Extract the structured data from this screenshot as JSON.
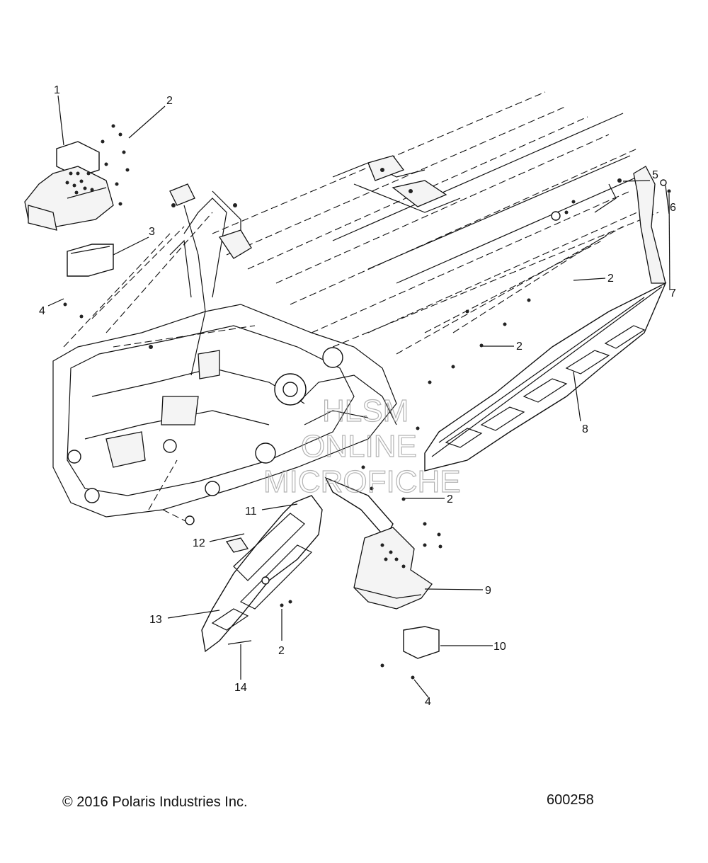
{
  "diagram": {
    "callouts": [
      {
        "id": "c1",
        "label": "1"
      },
      {
        "id": "c2a",
        "label": "2"
      },
      {
        "id": "c3",
        "label": "3"
      },
      {
        "id": "c4a",
        "label": "4"
      },
      {
        "id": "c5",
        "label": "5"
      },
      {
        "id": "c6",
        "label": "6"
      },
      {
        "id": "c7",
        "label": "7"
      },
      {
        "id": "c2b",
        "label": "2"
      },
      {
        "id": "c2c",
        "label": "2"
      },
      {
        "id": "c8",
        "label": "8"
      },
      {
        "id": "c2d",
        "label": "2"
      },
      {
        "id": "c11",
        "label": "11"
      },
      {
        "id": "c12",
        "label": "12"
      },
      {
        "id": "c9",
        "label": "9"
      },
      {
        "id": "c13",
        "label": "13"
      },
      {
        "id": "c2e",
        "label": "2"
      },
      {
        "id": "c10",
        "label": "10"
      },
      {
        "id": "c14",
        "label": "14"
      },
      {
        "id": "c4b",
        "label": "4"
      }
    ],
    "watermark": [
      "HLSM",
      "ONLINE",
      "MICROFICHE"
    ]
  },
  "footer": {
    "copyright": "© 2016 Polaris Industries Inc.",
    "figure_number": "600258"
  }
}
